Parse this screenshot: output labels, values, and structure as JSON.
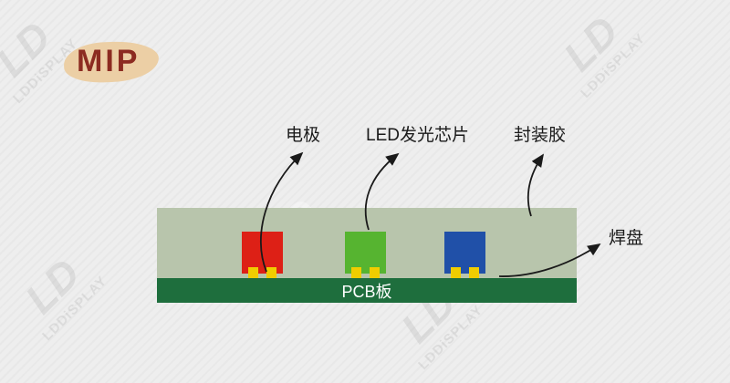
{
  "title": "MIP",
  "watermark": {
    "monogram": "LD",
    "text": "LDDiSPLAY"
  },
  "diagram": {
    "labels": {
      "electrode": "电极",
      "led_chip": "LED发光芯片",
      "encapsulant": "封装胶",
      "solder_pad": "焊盘",
      "pcb_board": "PCB板"
    },
    "colors": {
      "background": "#eeeeee",
      "title_text": "#8c2b21",
      "title_highlight": "#eccfa5",
      "encapsulant": "#b8c5ac",
      "pcb": "#1e6e3d",
      "chip_red": "#dd2016",
      "chip_green": "#56b430",
      "chip_blue": "#2050a8",
      "pad_yellow": "#f0cd00",
      "arrow": "#1a1a1a"
    }
  }
}
